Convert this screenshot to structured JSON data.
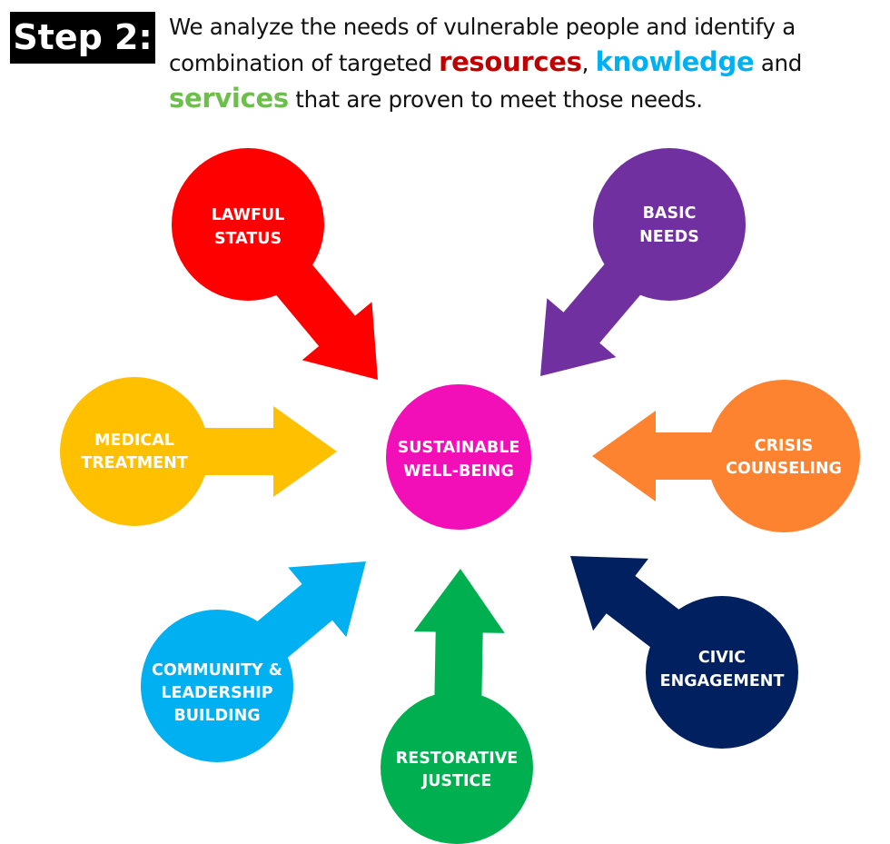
{
  "header": {
    "step_label": "Step 2:",
    "intro_parts": {
      "p1": "We analyze the needs of vulnerable people and identify a combination of targeted ",
      "resources": "resources",
      "comma": ", ",
      "knowledge": "knowledge",
      "p2": " and ",
      "services": "services",
      "p3": " that are proven to meet those needs."
    },
    "keyword_colors": {
      "resources": "#c00000",
      "knowledge": "#00b0f0",
      "services": "#6cc04a"
    }
  },
  "diagram": {
    "hub": {
      "id": "sustainable-well-being",
      "lines": [
        "SUSTAINABLE",
        "WELL-BEING"
      ],
      "color": "#f20fb8"
    },
    "nodes": [
      {
        "id": "lawful-status",
        "lines": [
          "LAWFUL",
          "STATUS"
        ],
        "color": "#ff0000",
        "arrow_direction": "toward-hub"
      },
      {
        "id": "basic-needs",
        "lines": [
          "BASIC",
          "NEEDS"
        ],
        "color": "#7030a0",
        "arrow_direction": "toward-hub"
      },
      {
        "id": "medical-treatment",
        "lines": [
          "MEDICAL",
          "TREATMENT"
        ],
        "color": "#ffc000",
        "arrow_direction": "toward-hub"
      },
      {
        "id": "crisis-counseling",
        "lines": [
          "CRISIS",
          "COUNSELING"
        ],
        "color": "#fd8330",
        "arrow_direction": "toward-hub"
      },
      {
        "id": "community-leadership-building",
        "lines": [
          "COMMUNITY &",
          "LEADERSHIP",
          "BUILDING"
        ],
        "color": "#00b0f0",
        "arrow_direction": "toward-hub"
      },
      {
        "id": "restorative-justice",
        "lines": [
          "RESTORATIVE",
          "JUSTICE"
        ],
        "color": "#00b050",
        "arrow_direction": "toward-hub"
      },
      {
        "id": "civic-engagement",
        "lines": [
          "CIVIC",
          "ENGAGEMENT"
        ],
        "color": "#002060",
        "arrow_direction": "toward-hub"
      }
    ]
  }
}
